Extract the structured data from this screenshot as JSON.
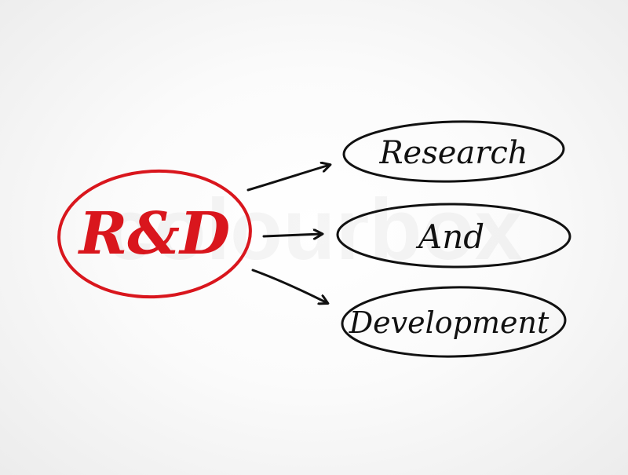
{
  "diagram": {
    "acronym": {
      "text": "R&D",
      "color": "#d9161d"
    },
    "expansions": [
      {
        "text": "Research"
      },
      {
        "text": "And"
      },
      {
        "text": "Development"
      }
    ],
    "ink_color": "#111111"
  },
  "watermark": {
    "text": "colourbox"
  }
}
